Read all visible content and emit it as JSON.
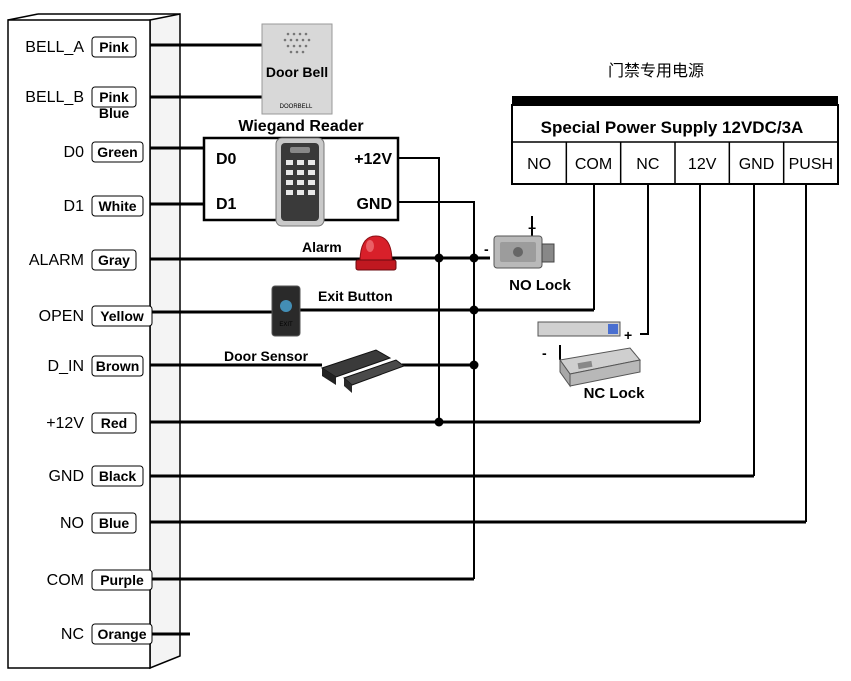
{
  "terminals": [
    {
      "name": "BELL_A",
      "color": "Pink"
    },
    {
      "name": "BELL_B",
      "color": "Pink",
      "color2": "Blue"
    },
    {
      "name": "D0",
      "color": "Green"
    },
    {
      "name": "D1",
      "color": "White"
    },
    {
      "name": "ALARM",
      "color": "Gray"
    },
    {
      "name": "OPEN",
      "color": "Yellow"
    },
    {
      "name": "D_IN",
      "color": "Brown"
    },
    {
      "name": "+12V",
      "color": "Red"
    },
    {
      "name": "GND",
      "color": "Black"
    },
    {
      "name": "NO",
      "color": "Blue"
    },
    {
      "name": "COM",
      "color": "Purple"
    },
    {
      "name": "NC",
      "color": "Orange"
    }
  ],
  "door_bell": {
    "label": "Door Bell",
    "plate_text": "DOORBELL"
  },
  "wiegand_reader": {
    "title": "Wiegand Reader",
    "d0": "D0",
    "d1": "D1",
    "plus12v": "+12V",
    "gnd": "GND"
  },
  "alarm": {
    "label": "Alarm"
  },
  "exit_button": {
    "label": "Exit Button",
    "icon_text": "EXIT"
  },
  "door_sensor": {
    "label": "Door Sensor"
  },
  "no_lock": {
    "label": "NO Lock",
    "plus": "+",
    "minus": "-"
  },
  "nc_lock": {
    "label": "NC Lock",
    "plus": "+",
    "minus": "-"
  },
  "power_supply": {
    "caption": "门禁专用电源",
    "title": "Special Power Supply 12VDC/3A",
    "terminals": [
      "NO",
      "COM",
      "NC",
      "12V",
      "GND",
      "PUSH"
    ]
  }
}
